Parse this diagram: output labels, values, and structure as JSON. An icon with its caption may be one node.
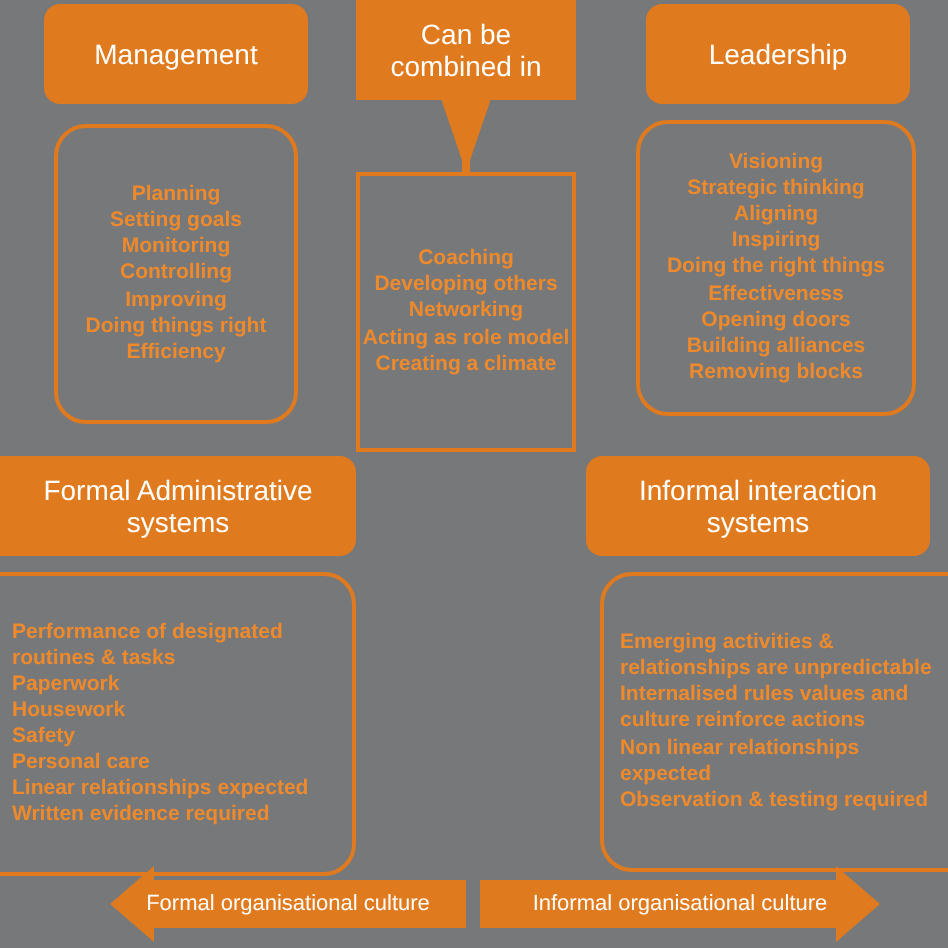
{
  "diagram": {
    "nodes": [
      {
        "text": [
          "Management"
        ]
      },
      {
        "text": [
          "Can be combined in"
        ]
      },
      {
        "text": [
          "Leadership"
        ]
      },
      {
        "text": [
          "Planning",
          "Setting goals",
          "Monitoring",
          "Controlling",
          "Improving",
          "Doing things right",
          "Efficiency"
        ]
      },
      {
        "text": [
          "Coaching",
          "Developing others",
          "Networking",
          "Acting as role model",
          "Creating a climate"
        ]
      },
      {
        "text": [
          "Visioning",
          "Strategic thinking",
          "Aligning",
          "Inspiring",
          "Doing the right things",
          "Effectiveness",
          "Opening doors",
          "Building alliances",
          "Removing blocks"
        ]
      },
      {
        "text": [
          "Formal Administrative systems"
        ]
      },
      {
        "text": [
          "Informal interaction systems"
        ]
      },
      {
        "text": [
          "Performance of designated routines & tasks",
          "Paperwork",
          "Housework",
          "Safety",
          "Personal care",
          "Linear relationships expected",
          "Written evidence required"
        ]
      },
      {
        "text": [
          "Emerging activities & relationships are unpredictable",
          "Internalised rules values and culture reinforce actions",
          "Non linear relationships expected",
          "Observation & testing required"
        ]
      },
      {
        "text": [
          "Formal organisational culture"
        ]
      },
      {
        "text": [
          "Informal organisational culture"
        ]
      }
    ],
    "edges": [
      {
        "from": 1,
        "to": 4,
        "arrow": "to"
      }
    ]
  }
}
